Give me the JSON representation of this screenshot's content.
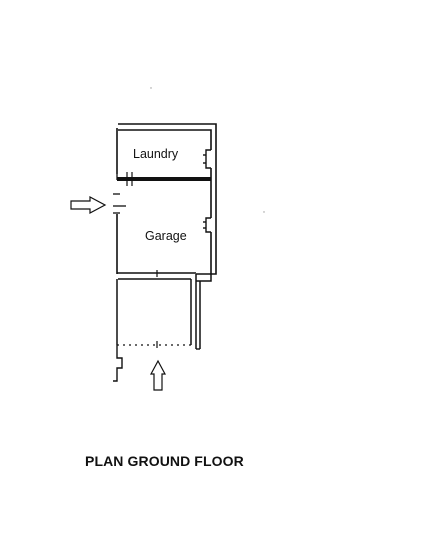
{
  "plan": {
    "title": "PLAN GROUND FLOOR",
    "rooms": {
      "laundry": "Laundry",
      "garage": "Garage"
    }
  },
  "colors": {
    "ink": "#111111",
    "background": "#ffffff"
  }
}
